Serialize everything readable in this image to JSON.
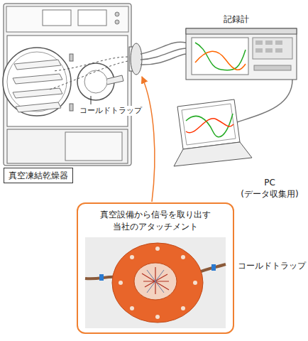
{
  "diagram": {
    "nodes": [
      {
        "text": [
          "真空凍結乾燥器"
        ]
      },
      {
        "text": [
          "真空設備から信号を取り出す 当社のアタッチメント"
        ]
      }
    ],
    "labels": [
      "コールドトラップ",
      "記録計",
      "PC (データ収集用)",
      "コールドトラップ"
    ]
  }
}
